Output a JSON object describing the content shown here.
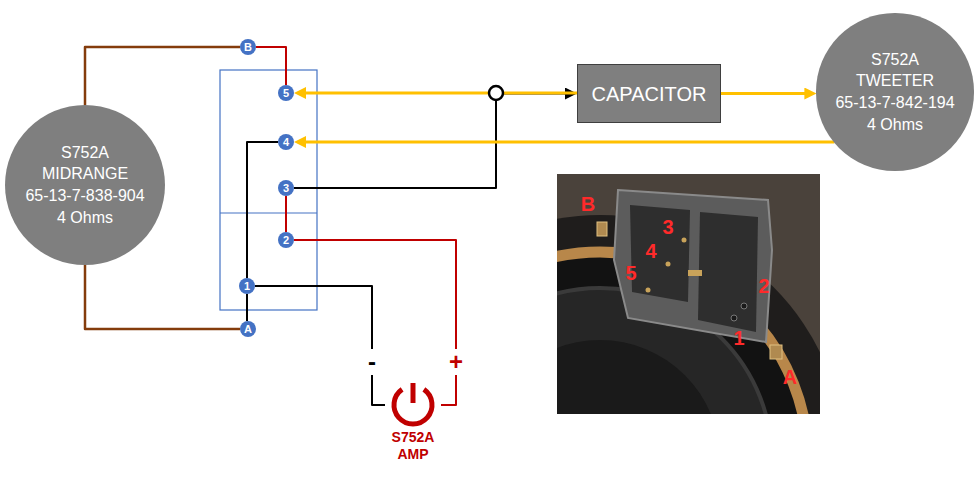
{
  "diagram": {
    "nodes": [
      {
        "text": [
          "S752A",
          "MIDRANGE",
          "65-13-7-838-904",
          "4 Ohms"
        ]
      },
      {
        "text": [
          "B"
        ]
      },
      {
        "text": [
          "5"
        ]
      },
      {
        "text": [
          "CAPACITOR"
        ]
      },
      {
        "text": [
          "S752A",
          "TWEETER",
          "65-13-7-842-194",
          "4 Ohms"
        ]
      },
      {
        "text": [
          "4"
        ]
      },
      {
        "text": [
          "3"
        ]
      },
      {
        "text": [
          "2"
        ]
      },
      {
        "text": [
          "1"
        ]
      },
      {
        "text": [
          "A"
        ]
      },
      {
        "text": [
          "S752A AMP"
        ]
      }
    ],
    "edges": [
      {
        "from": 0,
        "to": 1,
        "arrow": "none"
      },
      {
        "from": 0,
        "to": 9,
        "arrow": "none"
      },
      {
        "from": 1,
        "to": 2,
        "arrow": "none"
      },
      {
        "from": 3,
        "to": 2,
        "arrow": "to"
      },
      {
        "from": 3,
        "to": 4,
        "arrow": "to"
      },
      {
        "from": 4,
        "to": 5,
        "arrow": "to"
      },
      {
        "from": 6,
        "to": 3,
        "arrow": "to"
      },
      {
        "from": 5,
        "to": 8,
        "arrow": "none"
      },
      {
        "from": 6,
        "to": 7,
        "arrow": "none"
      },
      {
        "from": 8,
        "to": 9,
        "arrow": "none"
      },
      {
        "from": 8,
        "to": 10,
        "arrow": "none"
      },
      {
        "from": 7,
        "to": 10,
        "arrow": "none"
      }
    ],
    "labels": [
      "-",
      "+",
      "B",
      "3",
      "4",
      "5",
      "2",
      "1",
      "A"
    ]
  }
}
